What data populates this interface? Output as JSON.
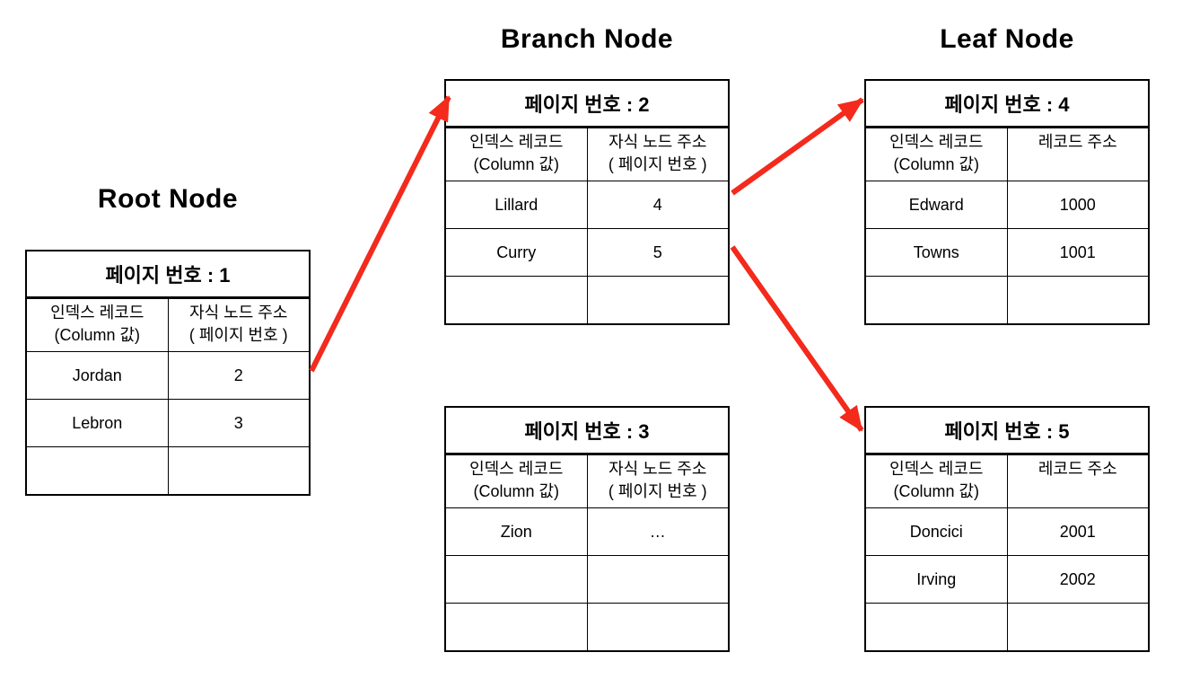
{
  "diagram": {
    "section_labels": {
      "root": "Root Node",
      "branch": "Branch Node",
      "leaf": "Leaf Node"
    },
    "arrow_color": "#f32a1c",
    "tables": {
      "page1": {
        "title": "페이지 번호 : 1",
        "header": {
          "col1_line1": "인덱스 레코드",
          "col1_line2": "(Column 값)",
          "col2_line1": "자식 노드 주소",
          "col2_line2": "( 페이지 번호 )"
        },
        "rows": [
          {
            "key": "Jordan",
            "value": "2"
          },
          {
            "key": "Lebron",
            "value": "3"
          },
          {
            "key": "",
            "value": ""
          }
        ]
      },
      "page2": {
        "title": "페이지 번호 : 2",
        "header": {
          "col1_line1": "인덱스 레코드",
          "col1_line2": "(Column 값)",
          "col2_line1": "자식 노드 주소",
          "col2_line2": "( 페이지 번호 )"
        },
        "rows": [
          {
            "key": "Lillard",
            "value": "4"
          },
          {
            "key": "Curry",
            "value": "5"
          },
          {
            "key": "",
            "value": ""
          }
        ]
      },
      "page3": {
        "title": "페이지 번호 : 3",
        "header": {
          "col1_line1": "인덱스 레코드",
          "col1_line2": "(Column 값)",
          "col2_line1": "자식 노드 주소",
          "col2_line2": "( 페이지 번호 )"
        },
        "rows": [
          {
            "key": "Zion",
            "value": "…"
          },
          {
            "key": "",
            "value": ""
          },
          {
            "key": "",
            "value": ""
          }
        ]
      },
      "page4": {
        "title": "페이지 번호 : 4",
        "header": {
          "col1_line1": "인덱스 레코드",
          "col1_line2": "(Column 값)",
          "col2_line1": "레코드 주소",
          "col2_line2": ""
        },
        "rows": [
          {
            "key": "Edward",
            "value": "1000"
          },
          {
            "key": "Towns",
            "value": "1001"
          },
          {
            "key": "",
            "value": ""
          }
        ]
      },
      "page5": {
        "title": "페이지 번호 : 5",
        "header": {
          "col1_line1": "인덱스 레코드",
          "col1_line2": "(Column 값)",
          "col2_line1": "레코드 주소",
          "col2_line2": ""
        },
        "rows": [
          {
            "key": "Doncici",
            "value": "2001"
          },
          {
            "key": "Irving",
            "value": "2002"
          },
          {
            "key": "",
            "value": ""
          }
        ]
      }
    },
    "arrows": [
      {
        "from": "page1",
        "to": "page2"
      },
      {
        "from": "page2",
        "to": "page4"
      },
      {
        "from": "page2",
        "to": "page5"
      }
    ]
  }
}
